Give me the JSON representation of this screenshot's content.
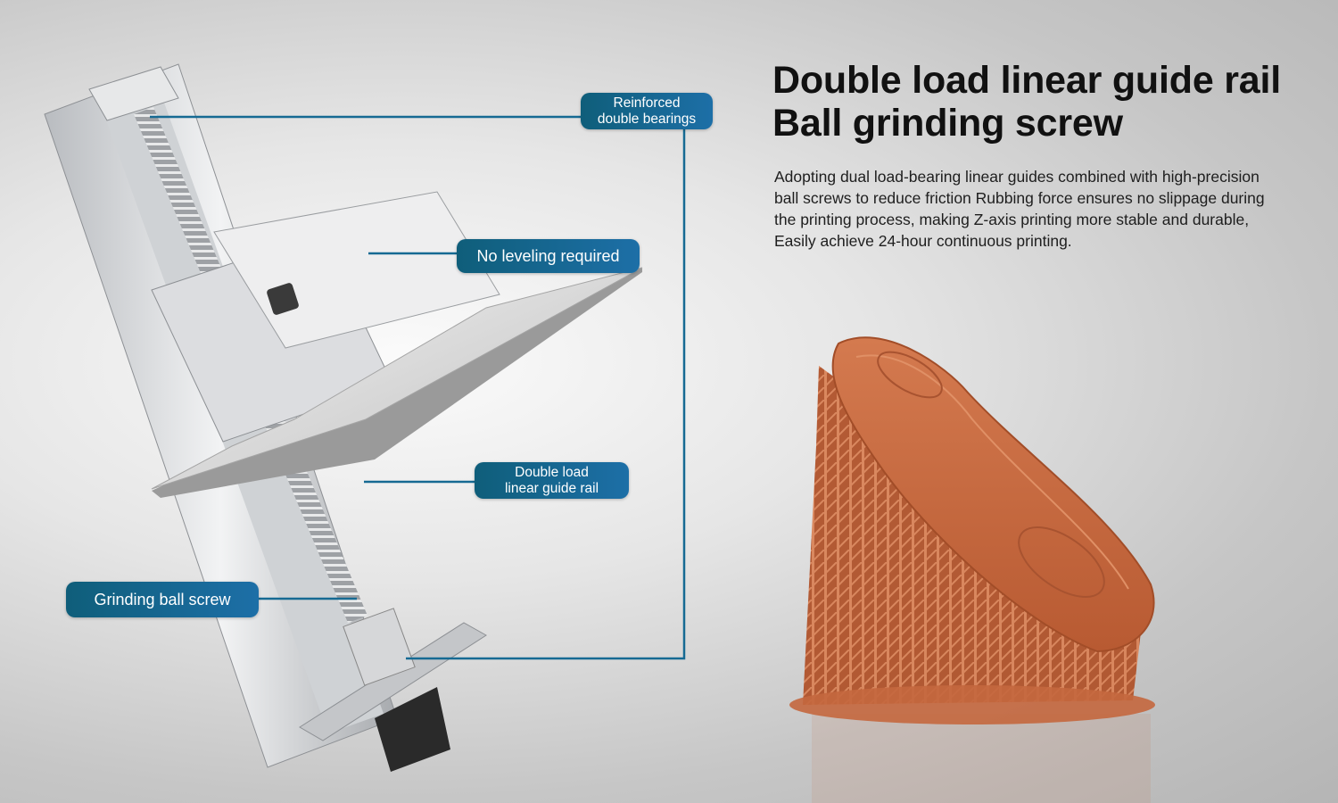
{
  "heading": {
    "line1": "Double load linear guide rail",
    "line2": "Ball grinding screw"
  },
  "description": {
    "line1": "Adopting dual load-bearing linear guides combined with high-precision",
    "line2": "ball screws to reduce friction Rubbing force ensures no slippage during",
    "line3": "the printing process, making Z-axis printing more stable and durable,",
    "line4": "Easily achieve 24-hour continuous printing."
  },
  "callouts": {
    "reinforced_bearings": {
      "line1": "Reinforced",
      "line2": "double bearings"
    },
    "no_leveling": "No leveling required",
    "guide_rail": {
      "line1": "Double load",
      "line2": "linear guide rail"
    },
    "ball_screw": "Grinding ball screw"
  },
  "colors": {
    "callout_fill_start": "#0f5e7a",
    "callout_fill_end": "#1d6fa7",
    "leader_line": "#166a93",
    "print_orange": "#c9683f",
    "background": "#d9d9d9"
  }
}
